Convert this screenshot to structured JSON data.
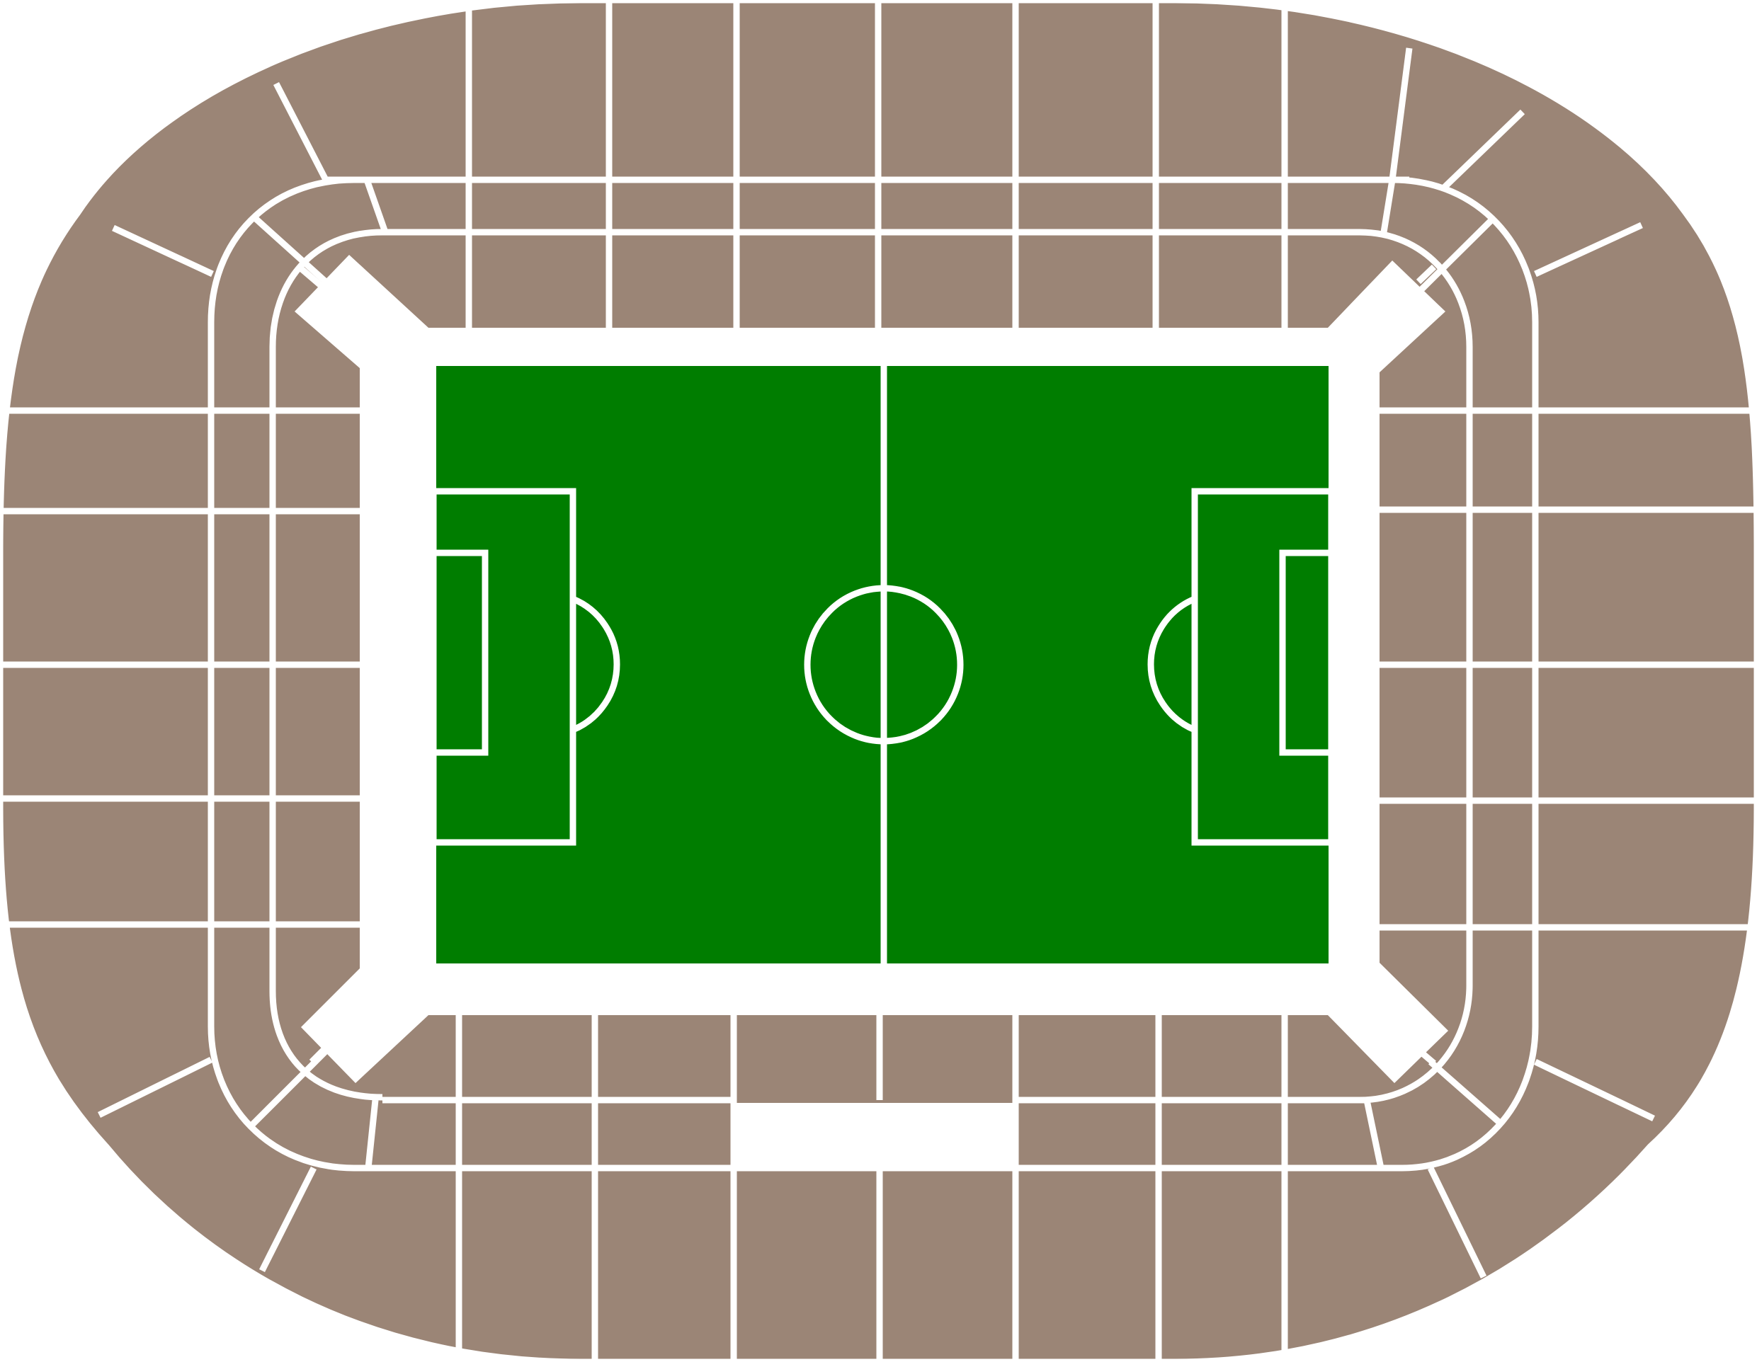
{
  "map": {
    "colors": {
      "sector": "#9b8576",
      "pitch": "#007d00",
      "lines": "#ffffff",
      "concourse": "#ffffff"
    },
    "stands": [
      "north",
      "south",
      "west",
      "east",
      "north-west-corner",
      "north-east-corner",
      "south-west-corner",
      "south-east-corner"
    ],
    "pitch_markings": [
      "halfway-line",
      "center-circle",
      "penalty-area-left",
      "penalty-area-right",
      "goal-area-left",
      "goal-area-right",
      "penalty-arc-left",
      "penalty-arc-right"
    ]
  }
}
